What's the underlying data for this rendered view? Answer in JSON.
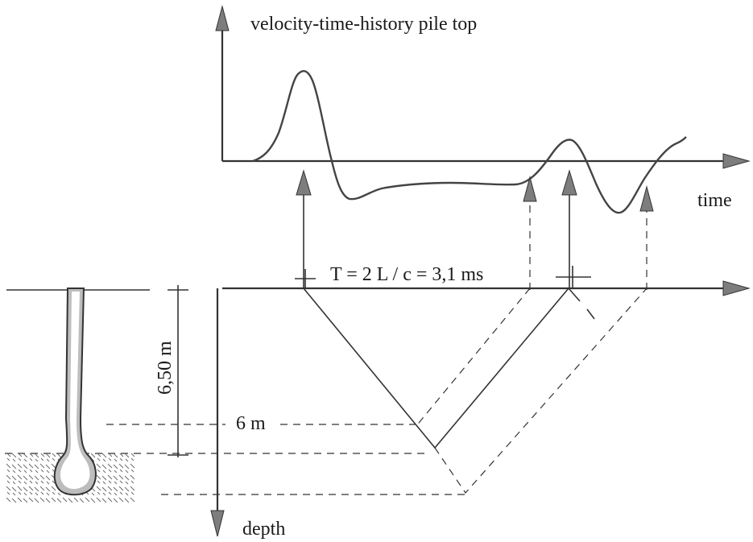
{
  "labels": {
    "title": "velocity-time-history pile top",
    "time_axis": "time",
    "depth_axis": "depth",
    "formula": "T = 2 L / c = 3,1 ms",
    "pile_length": "6,50 m",
    "reflection_depth": "6 m"
  }
}
